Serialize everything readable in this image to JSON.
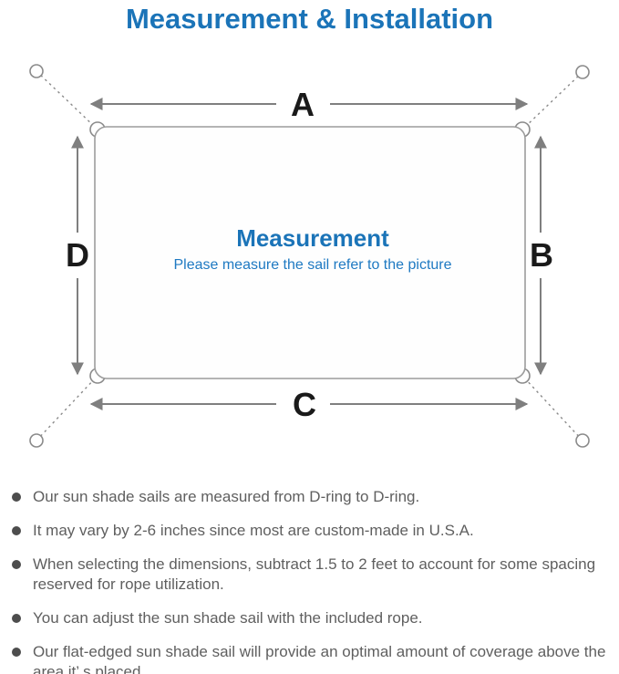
{
  "title": "Measurement & Installation",
  "diagram": {
    "heading": "Measurement",
    "subheading": "Please measure the sail refer to the picture",
    "dim_labels": {
      "top": "A",
      "right": "B",
      "bottom": "C",
      "left": "D"
    }
  },
  "notes": [
    "Our sun shade sails are measured from D-ring to D-ring.",
    "It may vary by 2-6 inches since most are custom-made in U.S.A.",
    "When selecting the dimensions, subtract 1.5 to 2 feet to account for some spacing reserved for rope utilization.",
    "You can adjust the sun shade sail with the included rope.",
    "Our flat-edged sun shade sail will provide an optimal amount of coverage above the area it’ s placed."
  ],
  "colors": {
    "accent_blue": "#1b74b8",
    "line_gray": "#7f7f7f",
    "sail_gray": "#9c9c9c",
    "text_gray": "#5f5f5f"
  }
}
